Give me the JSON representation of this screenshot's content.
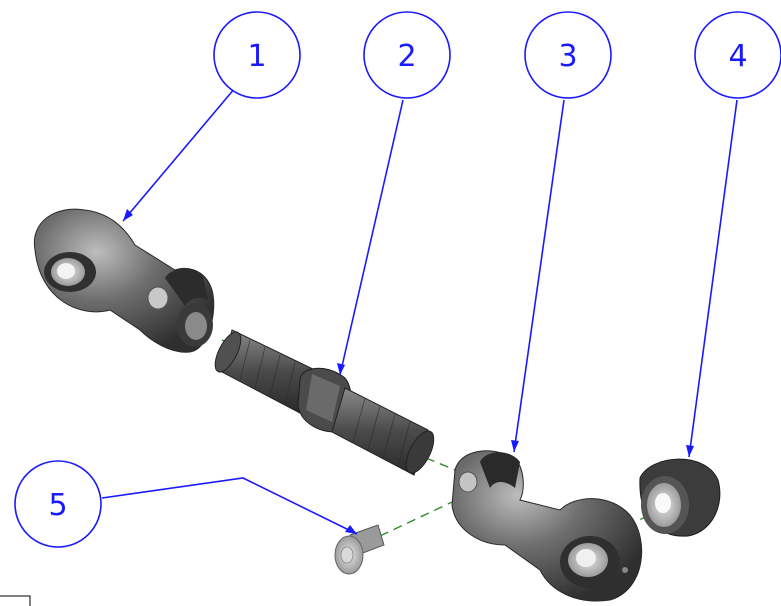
{
  "balloons": [
    {
      "label": "1",
      "part": "rod-end-left"
    },
    {
      "label": "2",
      "part": "threaded-stud-with-nut"
    },
    {
      "label": "3",
      "part": "rod-end-right"
    },
    {
      "label": "4",
      "part": "spherical-bearing"
    },
    {
      "label": "5",
      "part": "bolt"
    }
  ],
  "colors": {
    "balloon_line": "#1a1aff",
    "axis_line": "#2e8b2e",
    "part_dark": "#3a3a3a",
    "part_mid": "#6e6e6e",
    "part_light": "#b5b5b5"
  }
}
